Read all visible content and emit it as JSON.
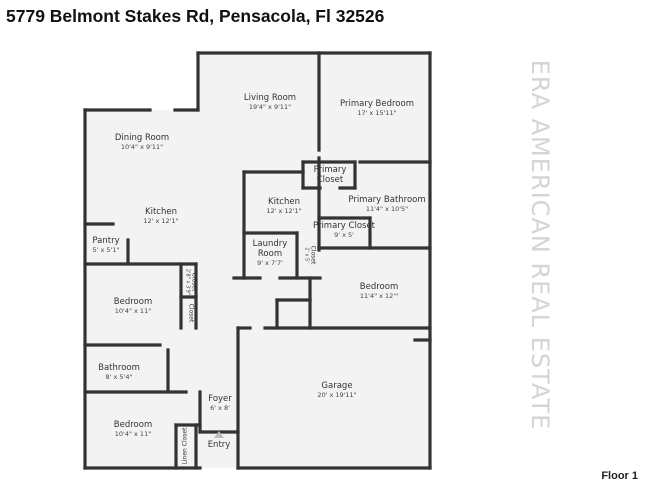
{
  "title": "5779 Belmont Stakes Rd, Pensacola, Fl 32526",
  "floor_label": "Floor 1",
  "watermark": "ERA AMERICAN REAL ESTATE",
  "rooms": [
    {
      "name": "Living Room",
      "dims": "19'4\" x 9'11\""
    },
    {
      "name": "Primary Bedroom",
      "dims": "17' x 15'11\""
    },
    {
      "name": "Dining Room",
      "dims": "10'4\" x 9'11\""
    },
    {
      "name": "Primary Closet",
      "dims": ""
    },
    {
      "name": "Kitchen",
      "dims": "12' x 12'1\""
    },
    {
      "name": "Primary Bathroom",
      "dims": "11'4\" x 10'5\""
    },
    {
      "name": "Kitchen",
      "dims": "12' x 12'1\""
    },
    {
      "name": "Primary Closet",
      "dims": "9' x 5'"
    },
    {
      "name": "Pantry",
      "dims": "5' x 5'1\""
    },
    {
      "name": "Laundry Room",
      "dims": "9' x 7'7'"
    },
    {
      "name": "Closet",
      "dims": "2' x 5'"
    },
    {
      "name": "Bedroom",
      "dims": "11'4\" x 12'\""
    },
    {
      "name": "Closet",
      "dims": "2'8\" x 3'9\""
    },
    {
      "name": "Bedroom",
      "dims": "10'4\" x 11\""
    },
    {
      "name": "Closet",
      "dims": ""
    },
    {
      "name": "Closet",
      "dims": ""
    },
    {
      "name": "Garage",
      "dims": "20' x 19'11\""
    },
    {
      "name": "Bathroom",
      "dims": "8' x 5'4\""
    },
    {
      "name": "Foyer",
      "dims": "6' x 8'"
    },
    {
      "name": "Bedroom",
      "dims": "10'4\" x 11\""
    },
    {
      "name": "Linen Closet",
      "dims": ""
    },
    {
      "name": "Entry",
      "dims": ""
    }
  ]
}
